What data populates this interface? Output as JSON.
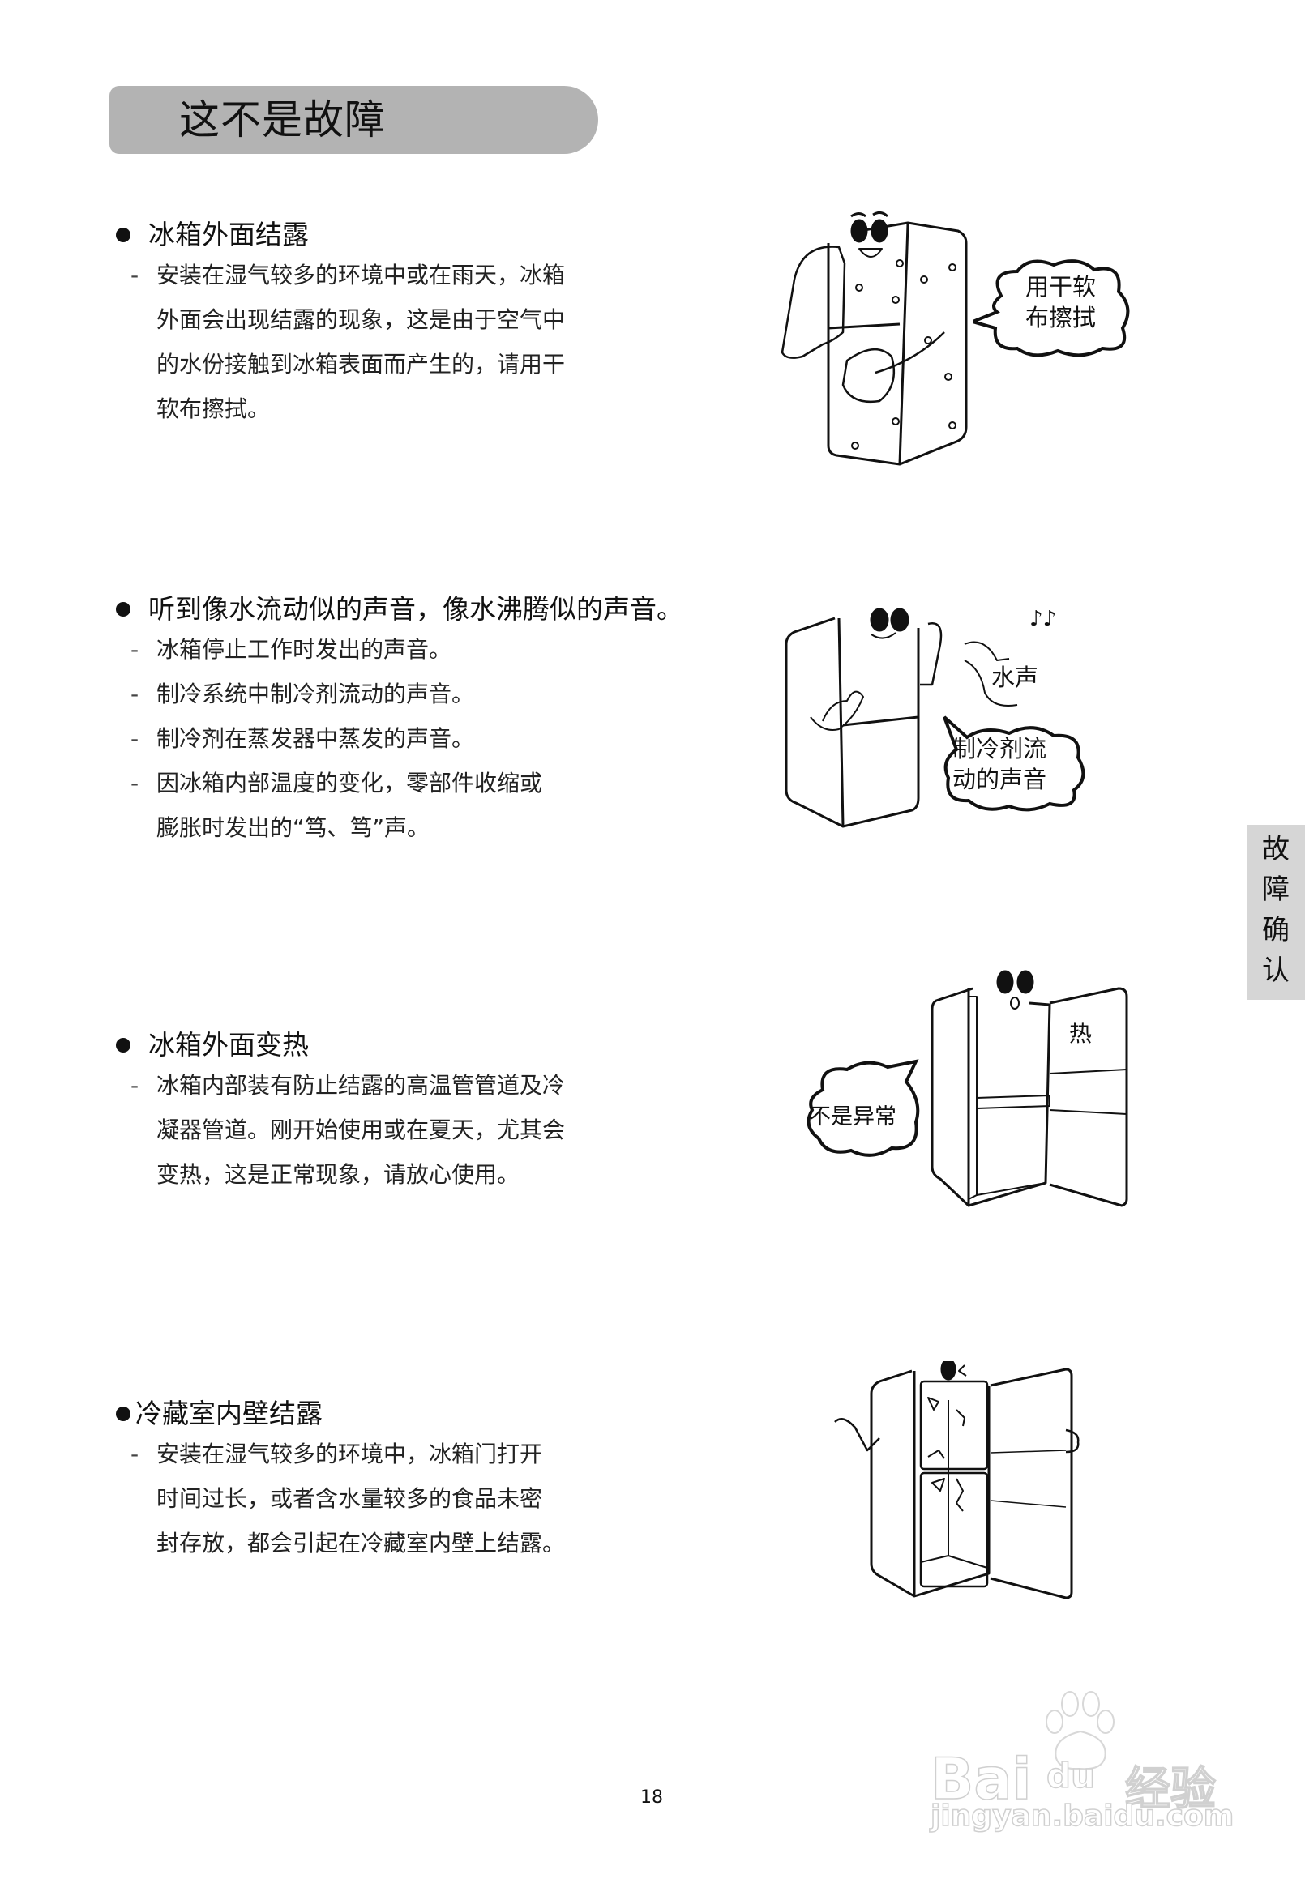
{
  "header": {
    "title": "这不是故障"
  },
  "side_tab": {
    "chars": [
      "故",
      "障",
      "确",
      "认"
    ]
  },
  "sections": [
    {
      "heading": "冰箱外面结露",
      "lines": [
        {
          "dash": "-",
          "text": "安装在湿气较多的环境中或在雨天，冰箱"
        },
        {
          "dash": "",
          "text": "外面会出现结露的现象，这是由于空气中"
        },
        {
          "dash": "",
          "text": "的水份接触到冰箱表面而产生的，请用干"
        },
        {
          "dash": "",
          "text": "软布擦拭。"
        }
      ],
      "illustration": {
        "bubble": [
          "用干软",
          "布擦拭"
        ]
      }
    },
    {
      "heading": "听到像水流动似的声音，像水沸腾似的声音。",
      "lines": [
        {
          "dash": "-",
          "text": "冰箱停止工作时发出的声音。"
        },
        {
          "dash": "-",
          "text": "制冷系统中制冷剂流动的声音。"
        },
        {
          "dash": "-",
          "text": "制冷剂在蒸发器中蒸发的声音。"
        },
        {
          "dash": "-",
          "text": "因冰箱内部温度的变化，零部件收缩或"
        },
        {
          "dash": "",
          "text": "膨胀时发出的“笃、笃”声。"
        }
      ],
      "illustration": {
        "label": "水声",
        "note": "♪♪",
        "bubble": [
          "制冷剂流",
          "动的声音"
        ]
      }
    },
    {
      "heading": "冰箱外面变热",
      "lines": [
        {
          "dash": "-",
          "text": "冰箱内部装有防止结露的高温管管道及冷"
        },
        {
          "dash": "",
          "text": "凝器管道。刚开始使用或在夏天，尤其会"
        },
        {
          "dash": "",
          "text": "变热，这是正常现象，请放心使用。"
        }
      ],
      "illustration": {
        "bubble": [
          "不是异常"
        ],
        "door_label": "热"
      }
    },
    {
      "heading": "冷藏室内壁结露",
      "lines": [
        {
          "dash": "-",
          "text": "安装在湿气较多的环境中，冰箱门打开"
        },
        {
          "dash": "",
          "text": "时间过长，或者含水量较多的食品未密"
        },
        {
          "dash": "",
          "text": "封存放，都会引起在冷藏室内壁上结露。"
        }
      ]
    }
  ],
  "footer": {
    "page_number": "18"
  },
  "watermark": {
    "brand": "Bai",
    "brand_du": "du",
    "brand_cn": "经验",
    "url": "jingyan.baidu.com"
  }
}
